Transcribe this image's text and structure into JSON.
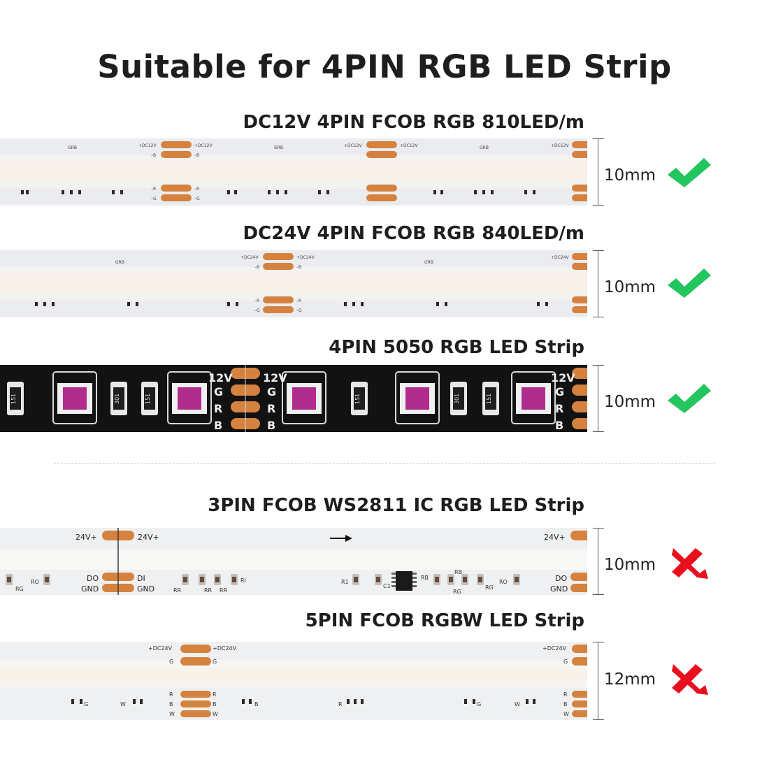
{
  "page": {
    "title": "Suitable for 4PIN RGB LED Strip"
  },
  "strips": [
    {
      "name": "DC12V 4PIN FCOB RGB 810LED/m",
      "width_label": "10mm",
      "compatible": true,
      "pad_labels": {
        "top": "+DC12V",
        "second": "–B",
        "third": "–R",
        "fourth": "–G",
        "center": "GRB"
      }
    },
    {
      "name": "DC24V 4PIN FCOB RGB 840LED/m",
      "width_label": "10mm",
      "compatible": true,
      "pad_labels": {
        "top": "+DC24V",
        "second": "–B",
        "third": "–R",
        "fourth": "–G",
        "center": "GRB"
      }
    },
    {
      "name": "4PIN 5050 RGB LED Strip",
      "width_label": "10mm",
      "compatible": true,
      "pad_labels": {
        "v": "12V",
        "g": "G",
        "r": "R",
        "b": "B",
        "res_a": "151",
        "res_b": "301"
      }
    },
    {
      "name": "3PIN FCOB WS2811 IC RGB LED Strip",
      "width_label": "10mm",
      "compatible": false,
      "pad_labels": {
        "power": "24V+",
        "data_out": "DO",
        "data_in": "DI",
        "ground": "GND",
        "r1": "R1",
        "c1": "C1",
        "rb": "RB"
      }
    },
    {
      "name": "5PIN FCOB RGBW LED Strip",
      "width_label": "12mm",
      "compatible": false,
      "pad_labels": {
        "top": "+DC24V",
        "g": "G",
        "r": "R",
        "b": "B",
        "w": "W"
      }
    }
  ],
  "colors": {
    "pad": "#d5823f",
    "check": "#22c55e",
    "cross": "#e8101c",
    "pcb_dark": "#121212",
    "pcb_light": "#eceef0"
  },
  "icons": {
    "compatible": "checkmark-icon",
    "incompatible": "cross-icon"
  }
}
